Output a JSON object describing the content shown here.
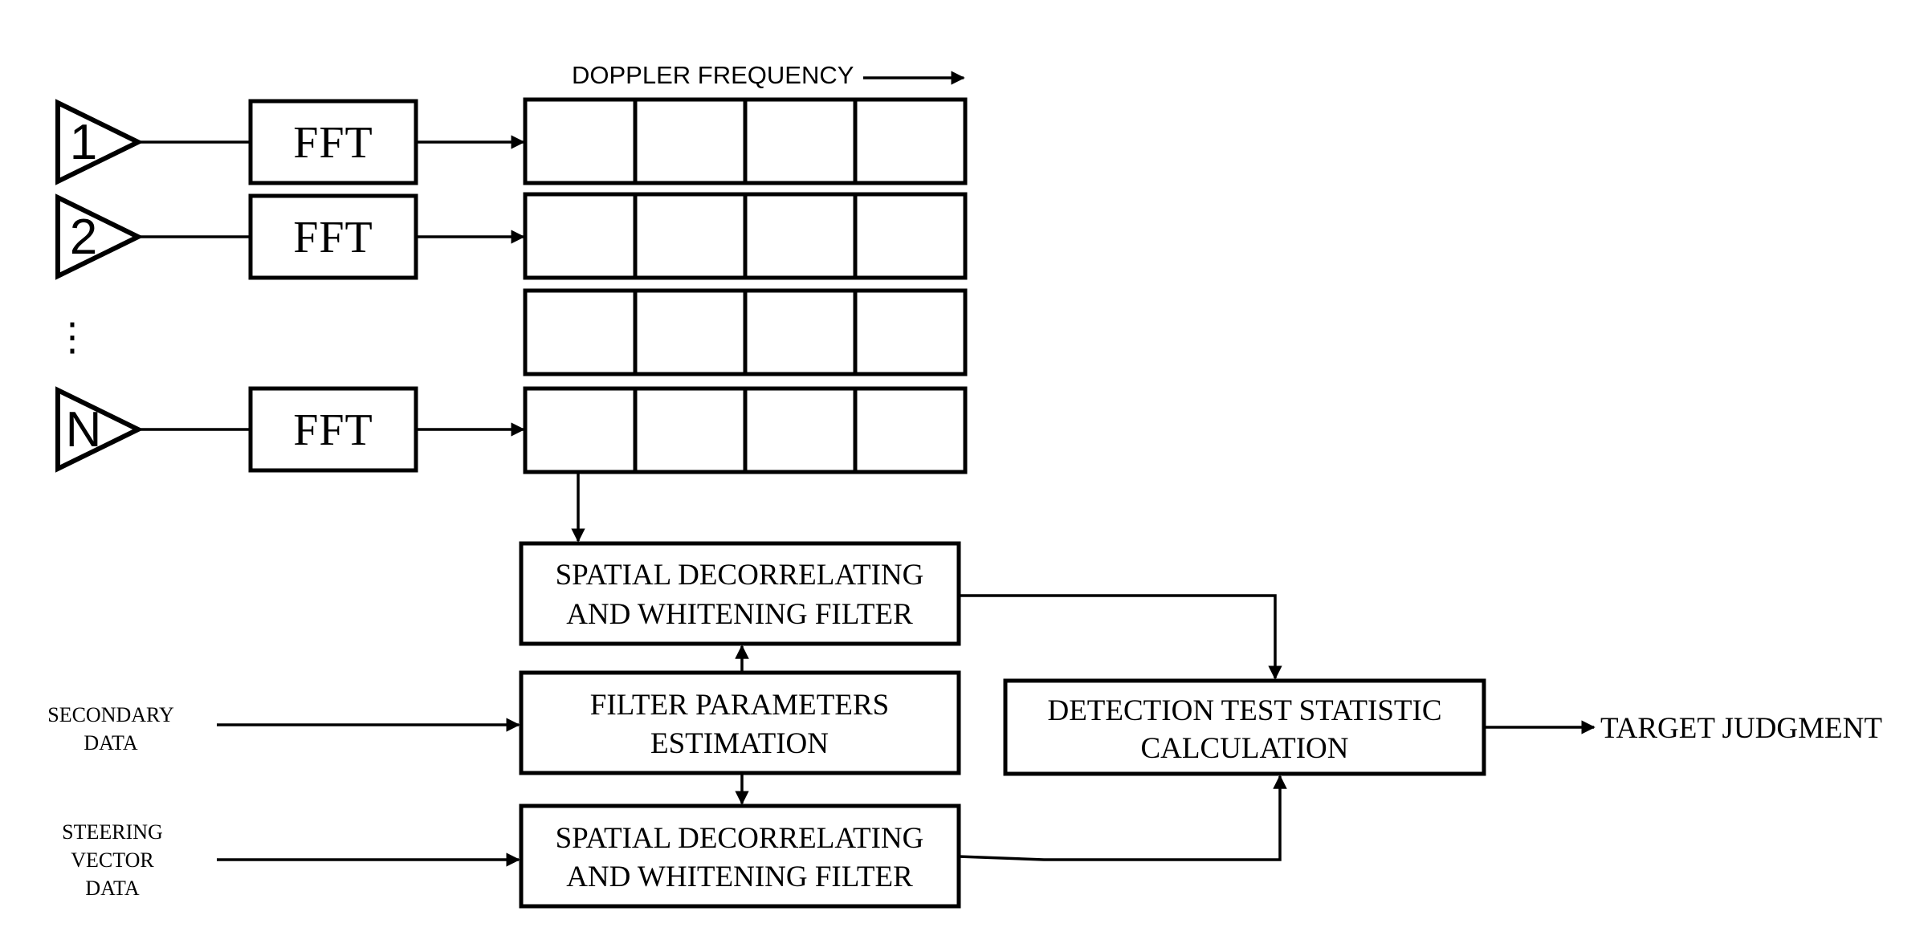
{
  "antennas": [
    {
      "label": "1"
    },
    {
      "label": "2"
    },
    {
      "label": "N"
    }
  ],
  "ellipsis": "⋮",
  "fft_label": "FFT",
  "doppler_label": "DOPPLER FREQUENCY",
  "doppler_grid": {
    "rows": 4,
    "columns": 4
  },
  "filter_top": {
    "line1": "SPATIAL  DECORRELATING",
    "line2": "AND WHITENING FILTER"
  },
  "estimation": {
    "line1": "FILTER PARAMETERS",
    "line2": "ESTIMATION"
  },
  "filter_bottom": {
    "line1": "SPATIAL  DECORRELATING",
    "line2": "AND WHITENING FILTER"
  },
  "detection": {
    "line1": "DETECTION TEST STATISTIC",
    "line2": "CALCULATION"
  },
  "secondary_data": {
    "line1": "SECONDARY",
    "line2": "DATA"
  },
  "steering_data": {
    "line1": "STEERING",
    "line2": "VECTOR",
    "line3": "DATA"
  },
  "output_label": "TARGET JUDGMENT"
}
